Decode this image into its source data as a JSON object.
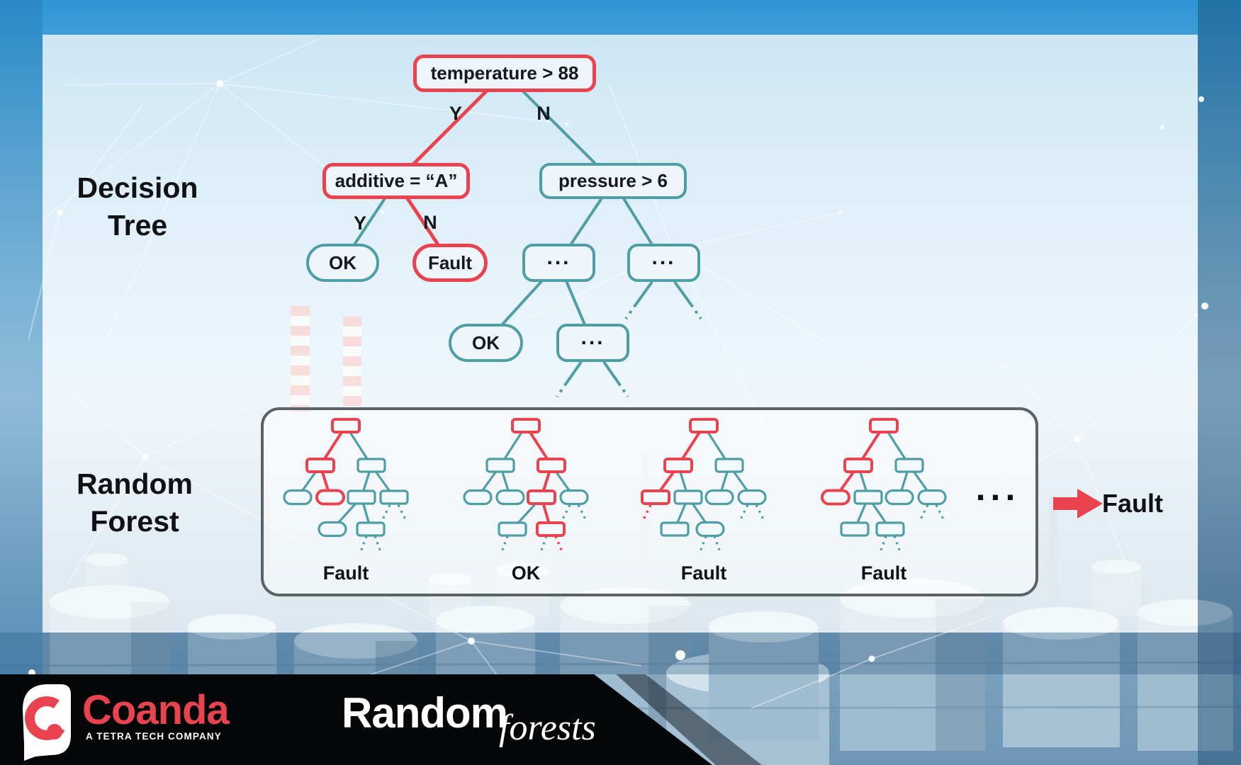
{
  "colors": {
    "red": "#E8434E",
    "teal": "#4F9EA6",
    "ink": "#15181D",
    "panel_border": "#5C6367",
    "node_fill": "#EFF6FB",
    "overlay": "rgba(255,255,255,0.74)"
  },
  "decision_tree": {
    "title_lines": [
      "Decision",
      "Tree"
    ],
    "nodes": {
      "root": "temperature > 88",
      "additive": "additive = “A”",
      "pressure": "pressure > 6",
      "ok_left": "OK",
      "fault_left": "Fault",
      "dots_left": "...",
      "dots_right": "...",
      "ok_bottom": "OK",
      "dots_bottom": "..."
    },
    "branches": {
      "root_yes": "Y",
      "root_no": "N",
      "additive_yes": "Y",
      "additive_no": "N"
    }
  },
  "random_forest": {
    "title_lines": [
      "Random",
      "Forest"
    ],
    "tree_results": [
      "Fault",
      "OK",
      "Fault",
      "Fault"
    ],
    "ellipsis": "...",
    "result_arrow_label": "Fault"
  },
  "footer": {
    "brand": "Coanda",
    "tagline": "A TETRA TECH COMPANY",
    "title": "Random",
    "subtitle": "forests"
  }
}
